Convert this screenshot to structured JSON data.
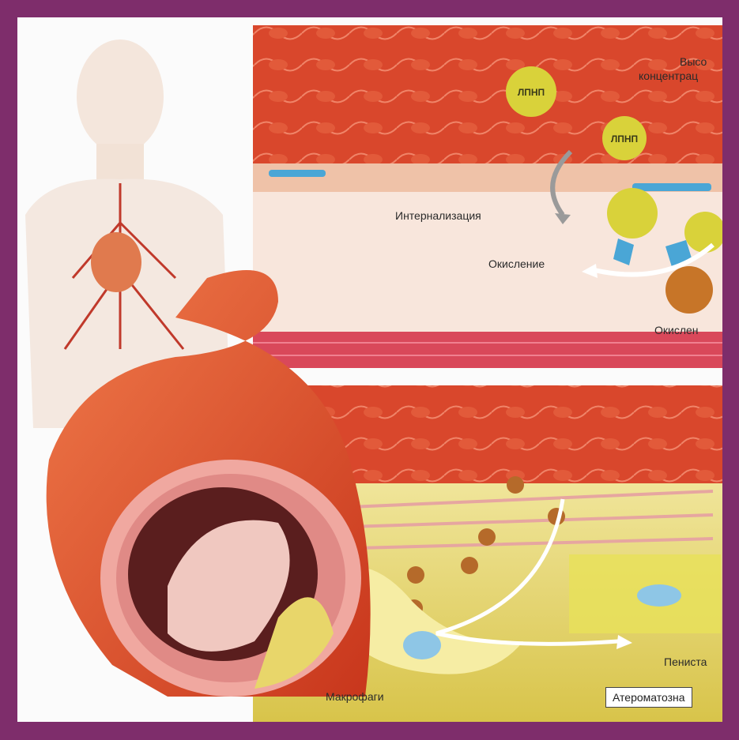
{
  "labels": {
    "high_concentration_line1": "Высо",
    "high_concentration_line2": "концентрац",
    "ldl_1": "ЛПНП",
    "ldl_2": "ЛПНП",
    "internalization": "Интернализация",
    "oxidation": "Окисление",
    "oxidized": "Окислен",
    "macrophages": "Макрофаги",
    "foam_cell": "Пениста",
    "atheromatous": "Атероматозна"
  },
  "colors": {
    "frame": "#7e2d6b",
    "vessel_red": "#e04a2a",
    "intima_pink": "#f0a8a0",
    "plaque_yellow": "#e8d66a",
    "ldl_yellow": "#d9d23a",
    "oxidized_brown": "#c77528",
    "receptor_blue": "#4aa6d6"
  }
}
